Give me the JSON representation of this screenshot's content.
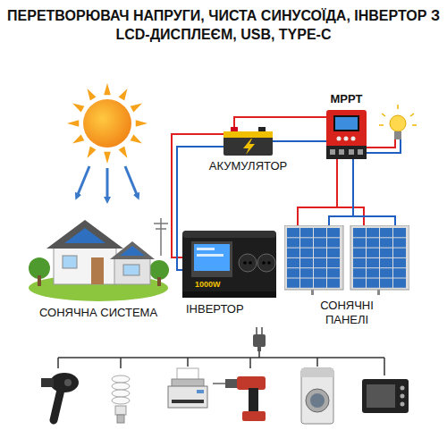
{
  "diagram": {
    "title": "ПЕРЕТВОРЮВАЧ НАПРУГИ, ЧИСТА СИНУСОЇДА, ІНВЕРТОР З LCD-ДИСПЛЕЄМ, USB, TYPE-C",
    "nodes": [
      {
        "text": [
          "АКУМУЛЯТОР"
        ]
      },
      {
        "text": [
          "MPPT"
        ]
      },
      {
        "text": [
          "ІНВЕРТОР",
          "1000W"
        ]
      },
      {
        "text": [
          "СОНЯЧНІ ПАНЕЛІ"
        ]
      },
      {
        "text": [
          "СОНЯЧНА СИСТЕМА"
        ]
      }
    ],
    "edges": [
      {
        "from": 0,
        "to": 1,
        "arrow": "none"
      },
      {
        "from": 0,
        "to": 2,
        "arrow": "none"
      },
      {
        "from": 1,
        "to": 3,
        "arrow": "none"
      }
    ]
  }
}
